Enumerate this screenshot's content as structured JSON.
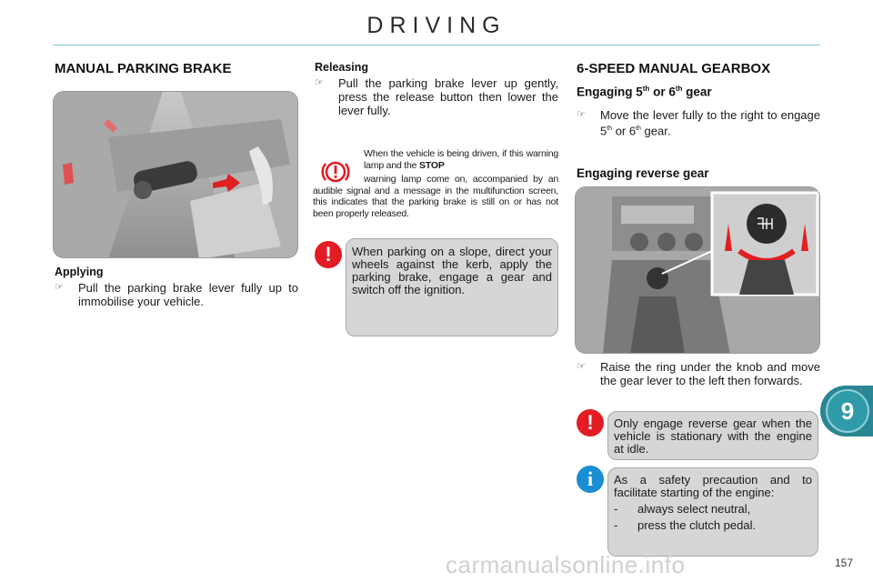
{
  "header": {
    "title": "DRIVING"
  },
  "left": {
    "heading": "MANUAL PARKING BRAKE",
    "applying_title": "Applying",
    "applying_text": "Pull the parking brake lever fully up to immobilise your vehicle."
  },
  "middle": {
    "releasing_title": "Releasing",
    "releasing_text": "Pull the parking brake lever up gently, press the release button then lower the lever fully.",
    "note_part1": "When the vehicle is being driven, if this warning lamp and the",
    "note_stop": "STOP",
    "note_part2": "warning lamp come on, accompanied by an audible signal and a message in the multifunction screen, this indicates that the parking brake is still on or has not been properly released.",
    "warn_box": "When parking on a slope, direct your wheels against the kerb, apply the parking brake, engage a gear and switch off the ignition."
  },
  "right": {
    "heading": "6-SPEED MANUAL GEARBOX",
    "engaging_prefix": "Engaging 5",
    "engaging_sup1": "th",
    "engaging_mid": " or 6",
    "engaging_sup2": "th",
    "engaging_suffix": " gear",
    "engage_text_a": "Move the lever fully to the right to engage 5",
    "engage_sup_a": "th",
    "engage_text_b": " or 6",
    "engage_sup_b": "th",
    "engage_text_c": " gear.",
    "reverse_heading": "Engaging reverse gear",
    "reverse_text": "Raise the ring under the knob and move the gear lever to the left then forwards.",
    "warn_box": "Only engage reverse gear when the vehicle is stationary with the engine at idle.",
    "info_intro": "As a safety precaution and to facilitate starting of the engine:",
    "info_items": [
      "always select neutral,",
      "press the clutch pedal."
    ]
  },
  "chapter_number": "9",
  "page_number": "157",
  "watermark": "carmanualsonline.info",
  "icons": {
    "bullet": "hand-pointer-icon",
    "warning": "exclamation-icon",
    "info": "info-icon",
    "brake_lamp": "brake-warning-lamp-icon"
  },
  "colors": {
    "accent": "#2a8693",
    "warning": "#e31b23",
    "info": "#1a8ed3",
    "box": "#d6d6d6"
  }
}
